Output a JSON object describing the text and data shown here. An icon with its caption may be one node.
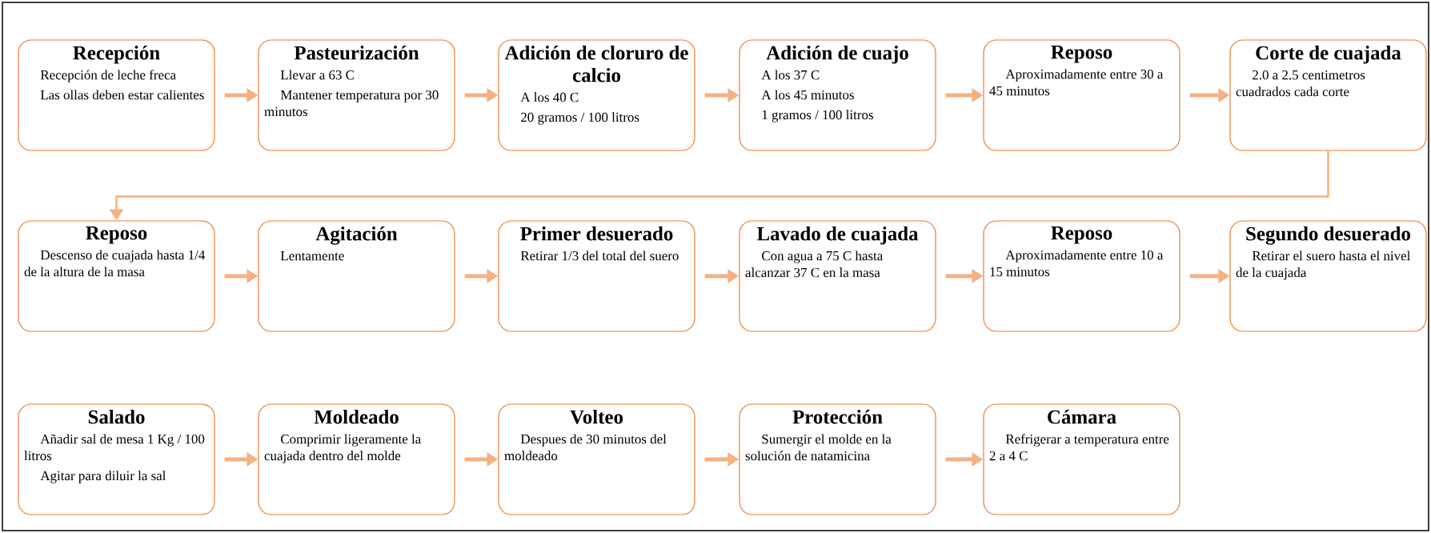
{
  "diagram": {
    "nodes": [
      {
        "text": [
          "Recepción",
          "Recepción de leche freca",
          "Las ollas deben estar calientes"
        ]
      },
      {
        "text": [
          "Pasteurización",
          "Llevar a 63 C",
          "Mantener temperatura por 30 minutos"
        ]
      },
      {
        "text": [
          "Adición de cloruro de calcio",
          "A los 40 C",
          "20 gramos / 100 litros"
        ]
      },
      {
        "text": [
          "Adición de cuajo",
          "A los 37 C",
          "A los 45 minutos",
          "1 gramos / 100 litros"
        ]
      },
      {
        "text": [
          "Reposo",
          "Aproximadamente entre 30 a 45 minutos"
        ]
      },
      {
        "text": [
          "Corte de cuajada",
          "2.0 a 2.5 centimetros cuadrados cada corte"
        ]
      },
      {
        "text": [
          "Reposo",
          "Descenso de cuajada hasta 1/4 de la altura de la masa"
        ]
      },
      {
        "text": [
          "Agitación",
          "Lentamente"
        ]
      },
      {
        "text": [
          "Primer desuerado",
          "Retirar 1/3 del total del suero"
        ]
      },
      {
        "text": [
          "Lavado de cuajada",
          "Con agua a 75 C hasta alcanzar 37 C en la masa"
        ]
      },
      {
        "text": [
          "Reposo",
          "Aproximadamente entre 10 a 15 minutos"
        ]
      },
      {
        "text": [
          "Segundo desuerado",
          "Retirar el suero hasta el nivel de la cuajada"
        ]
      },
      {
        "text": [
          "Salado",
          "Añadir sal de mesa 1 Kg / 100 litros",
          "Agitar para diluir la sal"
        ]
      },
      {
        "text": [
          "Moldeado",
          "Comprimir ligeramente la cuajada dentro del molde"
        ]
      },
      {
        "text": [
          "Volteo",
          "Despues de 30 minutos del moldeado"
        ]
      },
      {
        "text": [
          "Protección",
          "Sumergir el molde en la solución de natamicina"
        ]
      },
      {
        "text": [
          "Cámara",
          "Refrigerar a temperatura entre 2 a 4 C"
        ]
      }
    ],
    "edges": [
      {
        "from": 0,
        "to": 1,
        "arrow": "to"
      },
      {
        "from": 1,
        "to": 2,
        "arrow": "to"
      },
      {
        "from": 2,
        "to": 3,
        "arrow": "to"
      },
      {
        "from": 3,
        "to": 4,
        "arrow": "to"
      },
      {
        "from": 4,
        "to": 5,
        "arrow": "to"
      },
      {
        "from": 5,
        "to": 6,
        "arrow": "to"
      },
      {
        "from": 6,
        "to": 7,
        "arrow": "to"
      },
      {
        "from": 7,
        "to": 8,
        "arrow": "to"
      },
      {
        "from": 8,
        "to": 9,
        "arrow": "to"
      },
      {
        "from": 9,
        "to": 10,
        "arrow": "to"
      },
      {
        "from": 10,
        "to": 11,
        "arrow": "to"
      },
      {
        "from": 12,
        "to": 13,
        "arrow": "to"
      },
      {
        "from": 13,
        "to": 14,
        "arrow": "to"
      },
      {
        "from": 14,
        "to": 15,
        "arrow": "to"
      },
      {
        "from": 15,
        "to": 16,
        "arrow": "to"
      }
    ]
  }
}
